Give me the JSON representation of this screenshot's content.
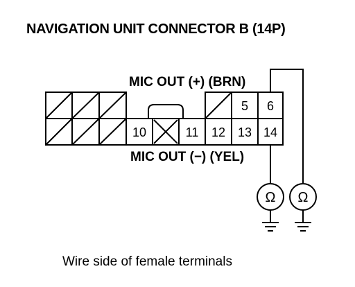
{
  "title": "NAVIGATION UNIT CONNECTOR B (14P)",
  "labels": {
    "mic_out_plus": "MIC OUT (+) (BRN)",
    "mic_out_minus": "MIC OUT (−) (YEL)"
  },
  "terminals": {
    "t5": "5",
    "t6": "6",
    "t10": "10",
    "t11": "11",
    "t12": "12",
    "t13": "13",
    "t14": "14"
  },
  "meter_symbol": "Ω",
  "caption": "Wire side of female terminals",
  "icons": [
    "ohmmeter-icon",
    "ground-icon"
  ]
}
